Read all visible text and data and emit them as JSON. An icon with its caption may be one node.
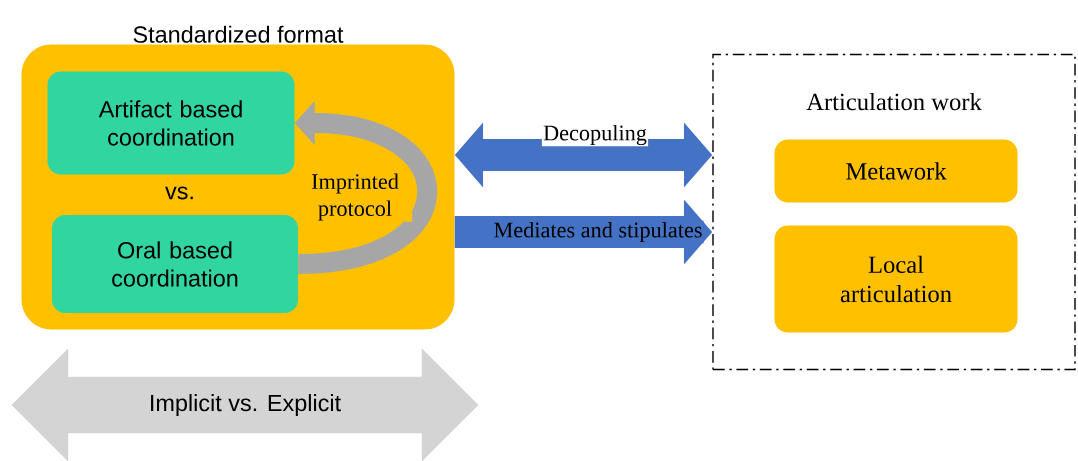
{
  "diagram": {
    "nodes": [
      {
        "text": [
          "Standardized format"
        ]
      },
      {
        "text": [
          "Artifact based coordination"
        ],
        "in": 0
      },
      {
        "text": [
          "Oral based coordination"
        ],
        "in": 0
      },
      {
        "text": [
          "Articulation work"
        ]
      },
      {
        "text": [
          "Metawork"
        ],
        "in": 3
      },
      {
        "text": [
          "Local articulation"
        ],
        "in": 3
      },
      {
        "text": [
          "Implicit vs. Explicit"
        ]
      }
    ],
    "edges": [
      {
        "from": 0,
        "to": 3,
        "arrow": "both",
        "label": "Decopuling"
      },
      {
        "from": 0,
        "to": 3,
        "arrow": "to",
        "label": "Mediates and stipulates"
      },
      {
        "from": 2,
        "to": 1,
        "arrow": "to",
        "label": "Imprinted protocol",
        "color": "#a6a6a6"
      }
    ],
    "labels": [
      "vs."
    ]
  }
}
